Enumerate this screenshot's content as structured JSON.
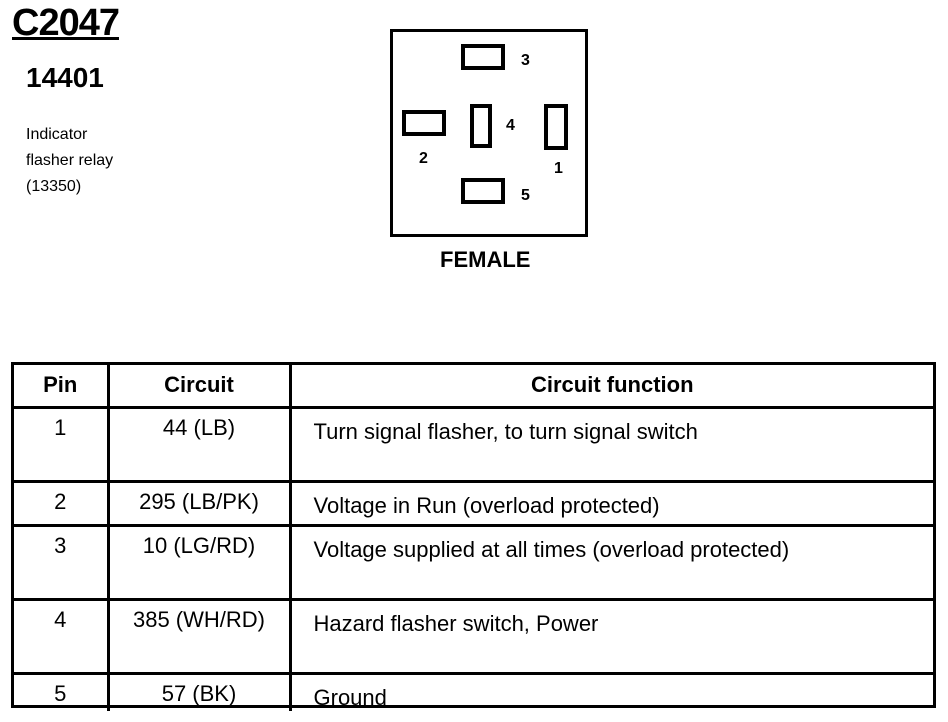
{
  "header": {
    "connector_id": "C2047",
    "part_number": "14401",
    "description_lines": [
      "Indicator",
      "flasher relay",
      "(13350)"
    ]
  },
  "connector": {
    "gender": "FEMALE",
    "pins": [
      "1",
      "2",
      "3",
      "4",
      "5"
    ]
  },
  "table": {
    "columns": [
      "Pin",
      "Circuit",
      "Circuit function"
    ],
    "rows": [
      {
        "pin": "1",
        "circuit": "44 (LB)",
        "function": "Turn signal flasher, to turn signal switch"
      },
      {
        "pin": "2",
        "circuit": "295 (LB/PK)",
        "function": "Voltage in Run (overload protected)"
      },
      {
        "pin": "3",
        "circuit": "10 (LG/RD)",
        "function": "Voltage supplied at all times (overload protected)"
      },
      {
        "pin": "4",
        "circuit": "385 (WH/RD)",
        "function": "Hazard flasher switch, Power"
      },
      {
        "pin": "5",
        "circuit": "57 (BK)",
        "function": "Ground"
      }
    ]
  }
}
